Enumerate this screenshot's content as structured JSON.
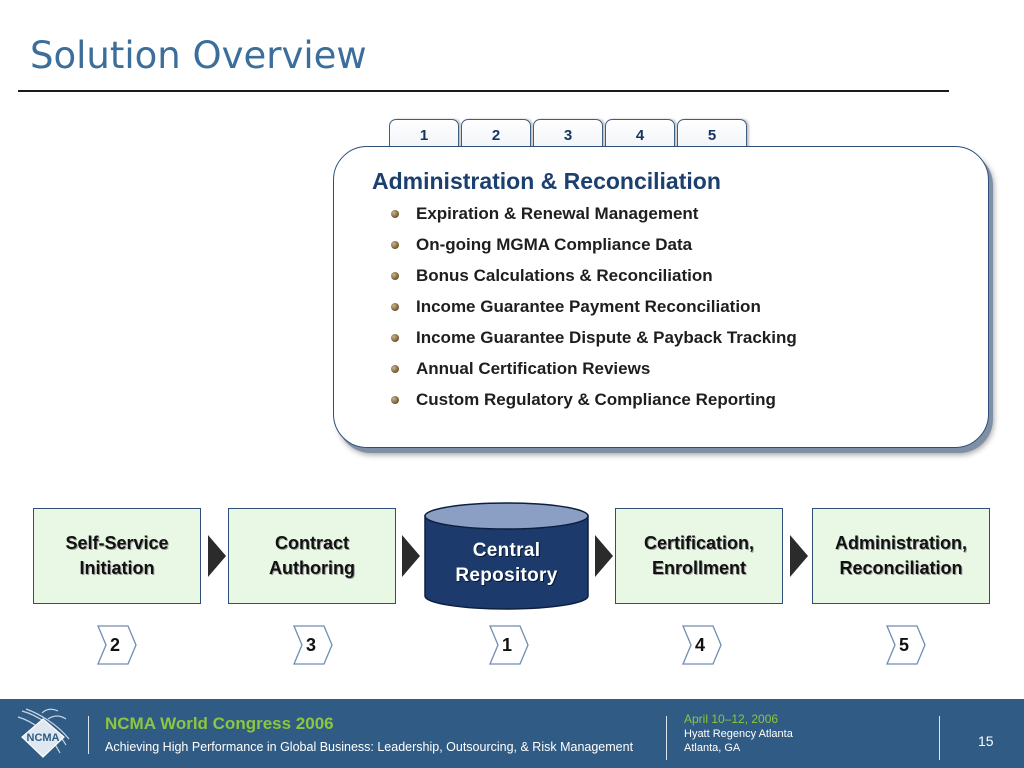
{
  "slide": {
    "title": "Solution Overview",
    "page_number": "15"
  },
  "tabs": [
    "1",
    "2",
    "3",
    "4",
    "5"
  ],
  "panel": {
    "heading": "Administration & Reconciliation",
    "bullets": [
      "Expiration & Renewal Management",
      "On-going MGMA Compliance Data",
      "Bonus Calculations & Reconciliation",
      "Income Guarantee Payment Reconciliation",
      "Income Guarantee Dispute & Payback Tracking",
      "Annual Certification Reviews",
      "Custom Regulatory & Compliance Reporting"
    ]
  },
  "flow": {
    "self_service": [
      "Self-Service",
      "Initiation"
    ],
    "contract": [
      "Contract",
      "Authoring"
    ],
    "repository": [
      "Central",
      "Repository"
    ],
    "certification": [
      "Certification,",
      "Enrollment"
    ],
    "administration": [
      "Administration,",
      "Reconciliation"
    ]
  },
  "step_numbers": [
    "2",
    "3",
    "1",
    "4",
    "5"
  ],
  "footer": {
    "logo_text": "NCMA",
    "event_title": "NCMA World Congress 2006",
    "event_subtitle": "Achieving High Performance in Global Business: Leadership, Outsourcing, & Risk Management",
    "date": "April 10–12, 2006",
    "venue": "Hyatt Regency Atlanta",
    "city": "Atlanta, GA"
  },
  "colors": {
    "title": "#3b6e9a",
    "heading": "#1b3f6f",
    "box_fill": "#e9f8e4",
    "repository_fill": "#1c3a6b",
    "footer_bg": "#305b84",
    "footer_accent": "#8dc63f"
  }
}
